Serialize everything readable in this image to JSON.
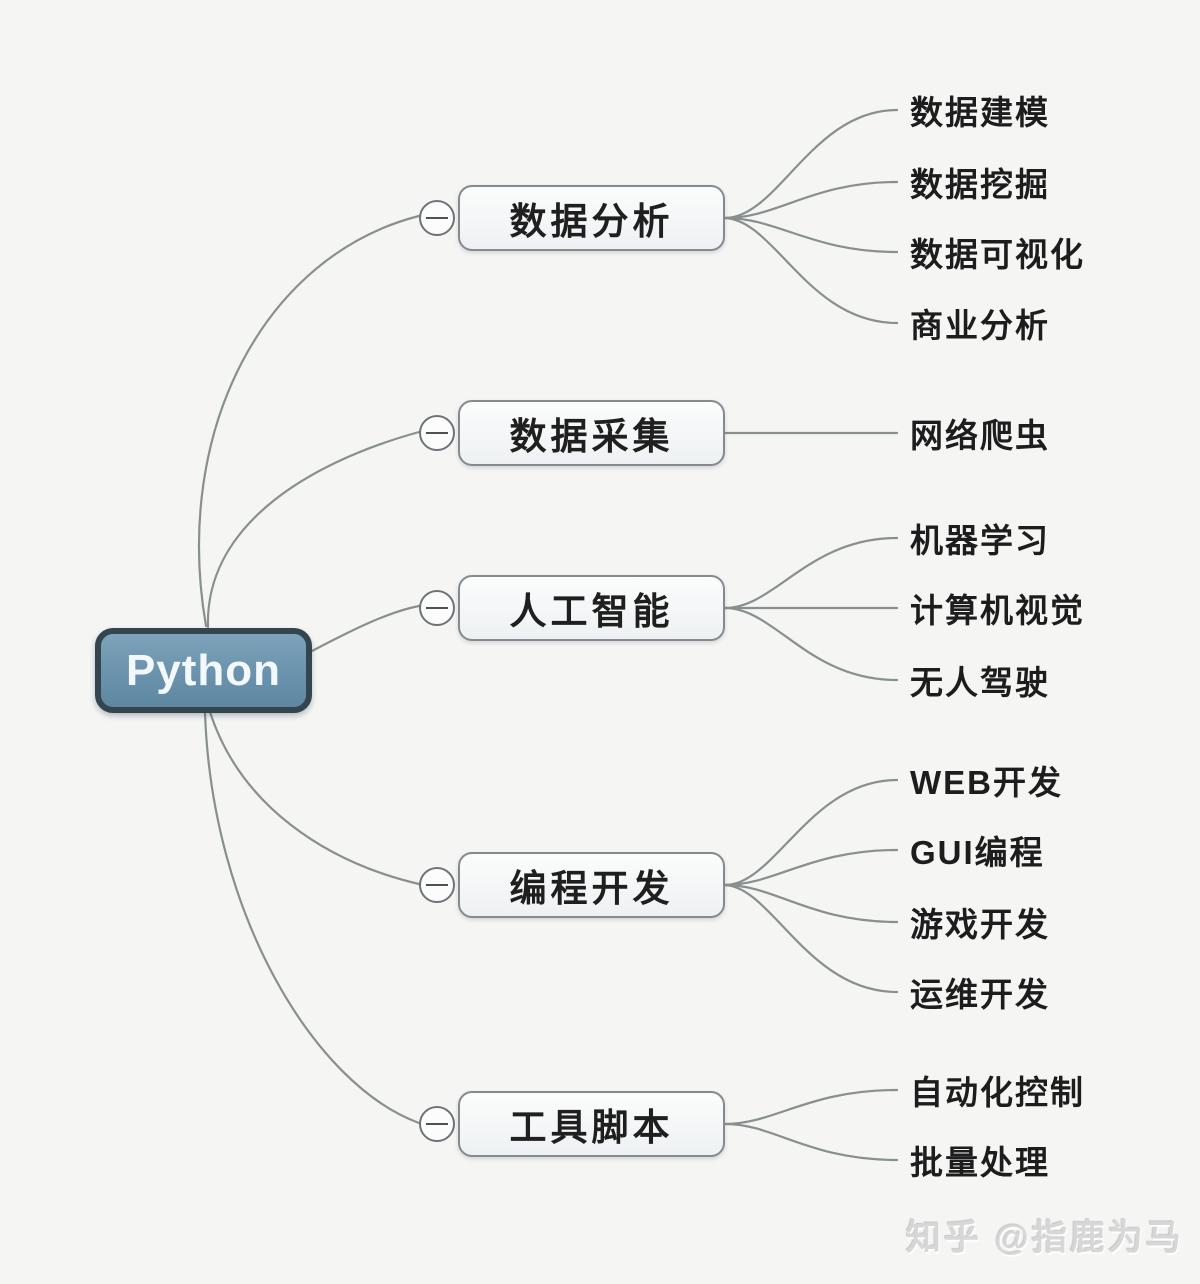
{
  "root": {
    "label": "Python"
  },
  "branches": [
    {
      "label": "数据分析",
      "collapse_icon": "minus",
      "children": [
        "数据建模",
        "数据挖掘",
        "数据可视化",
        "商业分析"
      ]
    },
    {
      "label": "数据采集",
      "collapse_icon": "minus",
      "children": [
        "网络爬虫"
      ]
    },
    {
      "label": "人工智能",
      "collapse_icon": "minus",
      "children": [
        "机器学习",
        "计算机视觉",
        "无人驾驶"
      ]
    },
    {
      "label": "编程开发",
      "collapse_icon": "minus",
      "children": [
        "WEB开发",
        "GUI编程",
        "游戏开发",
        "运维开发"
      ]
    },
    {
      "label": "工具脚本",
      "collapse_icon": "minus",
      "children": [
        "自动化控制",
        "批量处理"
      ]
    }
  ],
  "watermark": {
    "text": "知乎 @指鹿为马"
  },
  "colors": {
    "background": "#f5f5f4",
    "root_fill": "#6e95af",
    "root_border": "#35454f",
    "root_text": "#f2f8fb",
    "branch_fill": "#f2f4f6",
    "branch_border": "#848a8e",
    "branch_text": "#1f1f1f",
    "leaf_text": "#1d1d1d",
    "connector_line": "#87908e",
    "watermark_text": "#d7d7d7"
  }
}
